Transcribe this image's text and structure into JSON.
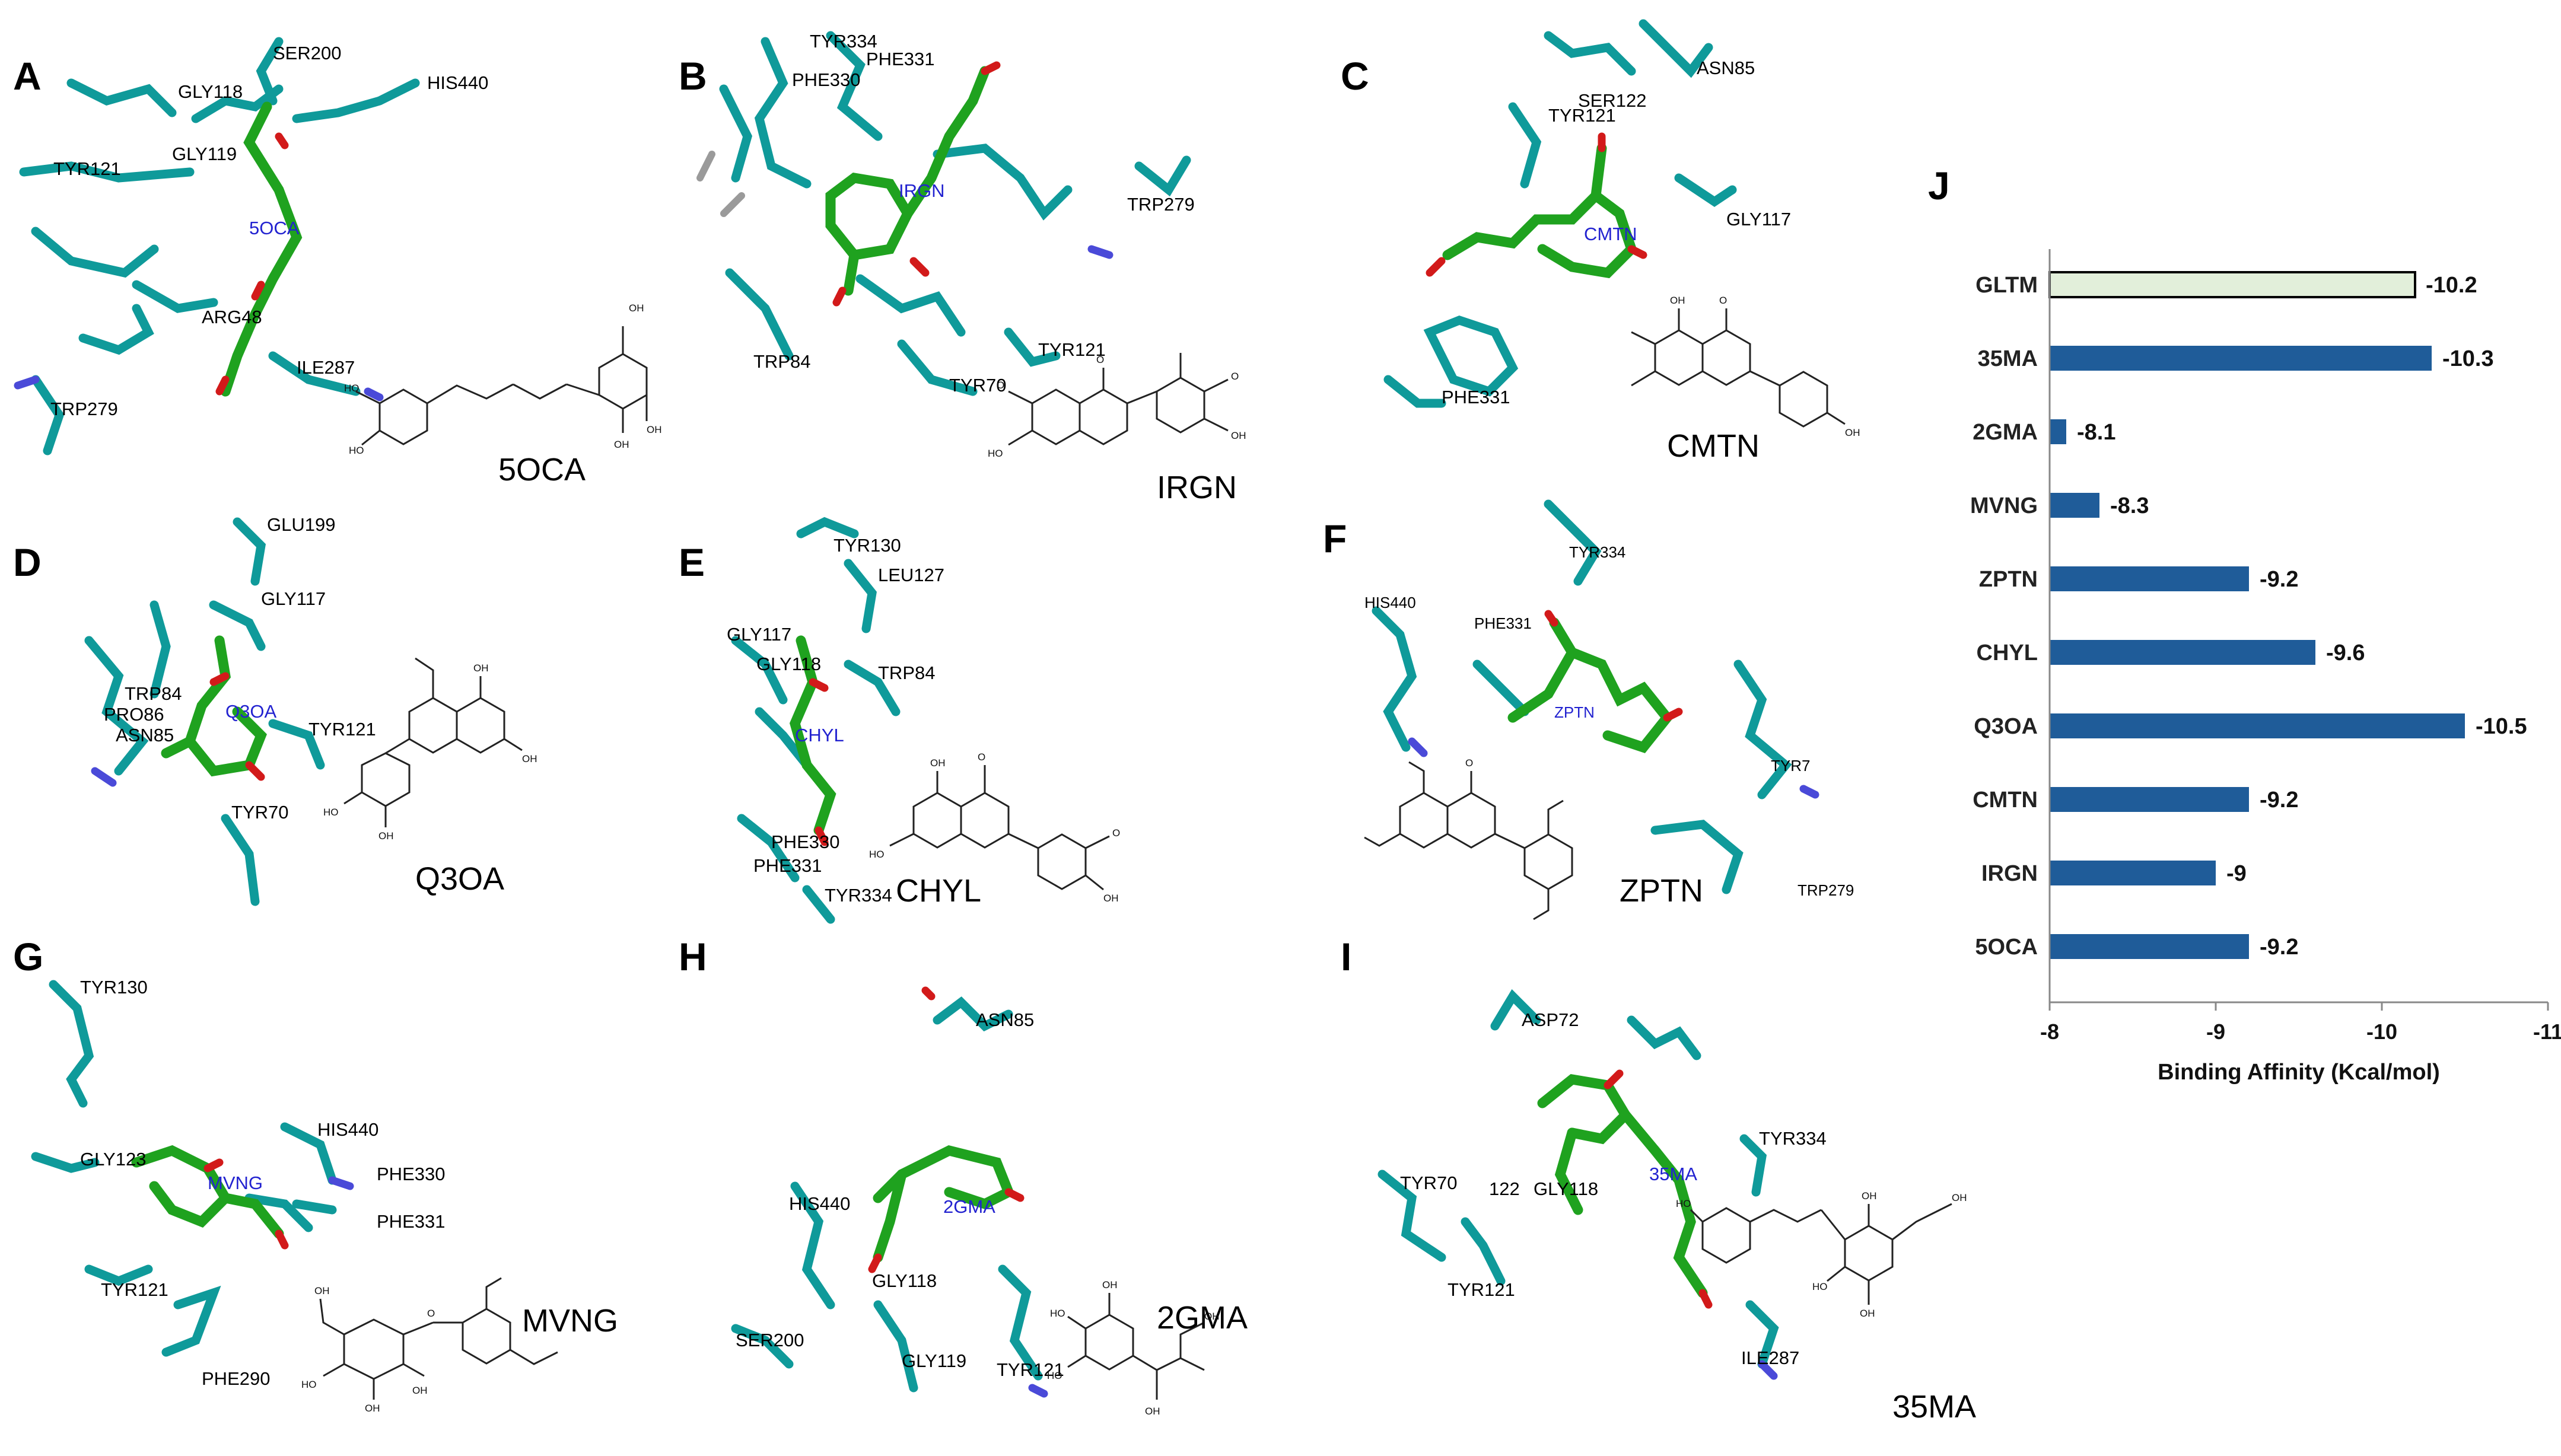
{
  "panels": [
    {
      "letter": "A",
      "compound": "5OCA",
      "ligand": "5OCA",
      "residues": [
        "SER200",
        "GLY118",
        "HIS440",
        "TYR121",
        "GLY119",
        "ARG48",
        "ILE287",
        "TRP279"
      ]
    },
    {
      "letter": "B",
      "compound": "IRGN",
      "ligand": "IRGN",
      "residues": [
        "TYR334",
        "PHE331",
        "PHE330",
        "TRP279",
        "TRP84",
        "TYR121",
        "TYR70"
      ]
    },
    {
      "letter": "C",
      "compound": "CMTN",
      "ligand": "CMTN",
      "residues": [
        "ASN85",
        "TYR121",
        "SER122",
        "GLY117",
        "PHE331"
      ]
    },
    {
      "letter": "D",
      "compound": "Q3OA",
      "ligand": "Q3OA",
      "residues": [
        "GLU199",
        "GLY117",
        "TRP84",
        "PRO86",
        "ASN85",
        "TYR121",
        "TYR70"
      ]
    },
    {
      "letter": "E",
      "compound": "CHYL",
      "ligand": "CHYL",
      "residues": [
        "TYR130",
        "LEU127",
        "GLY117",
        "GLY118",
        "TRP84",
        "PHE330",
        "PHE331",
        "TYR334"
      ]
    },
    {
      "letter": "F",
      "compound": "ZPTN",
      "ligand": "ZPTN",
      "residues": [
        "TYR334",
        "HIS440",
        "PHE331",
        "TYR7",
        "TRP279"
      ]
    },
    {
      "letter": "G",
      "compound": "MVNG",
      "ligand": "MVNG",
      "residues": [
        "TYR130",
        "GLY123",
        "HIS440",
        "PHE330",
        "PHE331",
        "TYR121",
        "PHE290"
      ]
    },
    {
      "letter": "H",
      "compound": "2GMA",
      "ligand": "2GMA",
      "residues": [
        "ASN85",
        "HIS440",
        "GLY118",
        "SER200",
        "GLY119",
        "TYR121"
      ]
    },
    {
      "letter": "I",
      "compound": "35MA",
      "ligand": "35MA",
      "residues": [
        "ASP72",
        "TYR334",
        "TYR70",
        "122",
        "GLY118",
        "TYR121",
        "ILE287"
      ]
    }
  ],
  "chart_data": {
    "type": "bar",
    "panel_letter": "J",
    "orientation": "horizontal",
    "categories": [
      "GLTM",
      "35MA",
      "2GMA",
      "MVNG",
      "ZPTN",
      "CHYL",
      "Q3OA",
      "CMTN",
      "IRGN",
      "5OCA"
    ],
    "values": [
      -10.2,
      -10.3,
      -8.1,
      -8.3,
      -9.2,
      -9.6,
      -10.5,
      -9.2,
      -9,
      -9.2
    ],
    "value_labels": [
      "-10.2",
      "-10.3",
      "-8.1",
      "-8.3",
      "-9.2",
      "-9.6",
      "-10.5",
      "-9.2",
      "-9",
      "-9.2"
    ],
    "xlabel": "Binding Affinity (Kcal/mol)",
    "xlim": [
      -8,
      -11
    ],
    "xticks": [
      "-8",
      "-9",
      "-10",
      "-11"
    ],
    "axis_direction": "reversed",
    "colors": {
      "bar": "#1f5c99",
      "reference_bar": "#e2efda",
      "reference_outline": "#000000"
    },
    "reference_category": "GLTM",
    "grid": false
  }
}
